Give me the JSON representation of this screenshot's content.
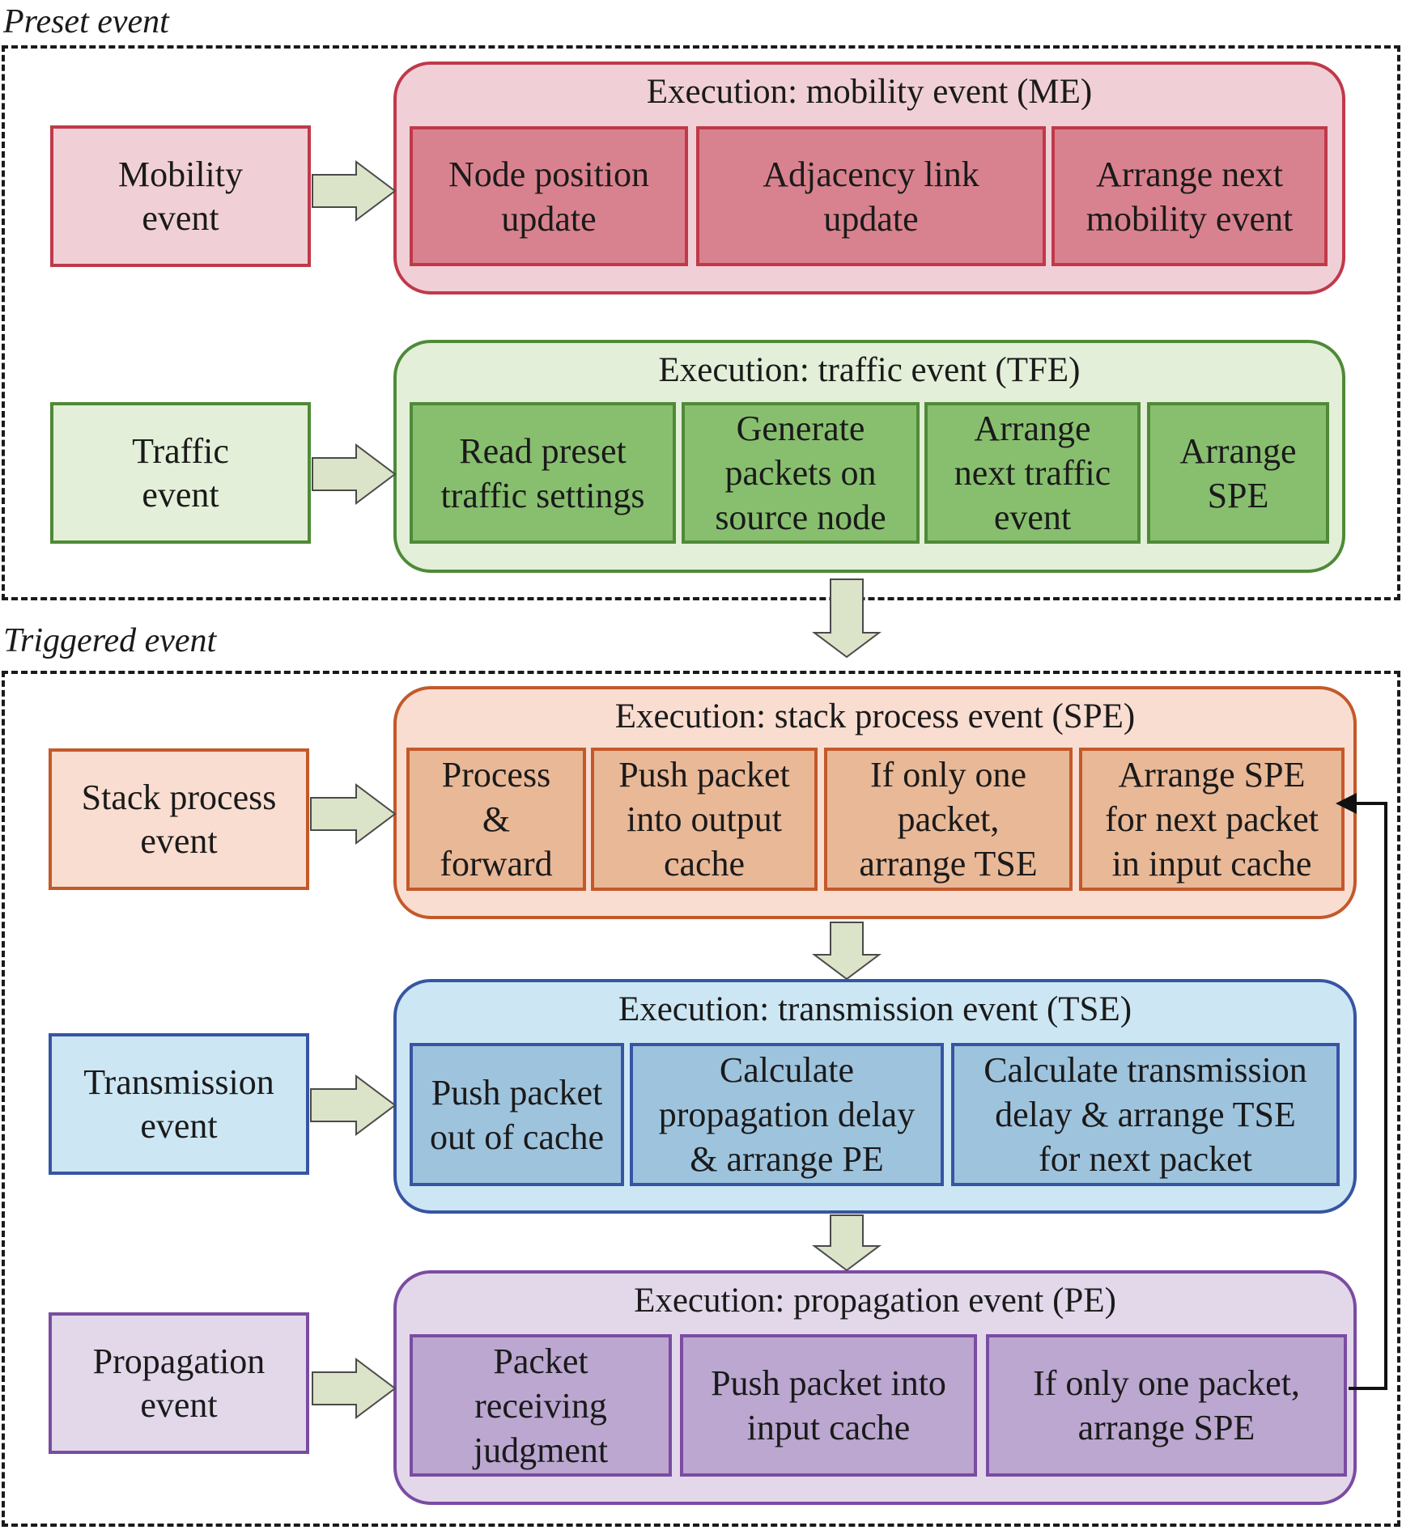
{
  "sections": {
    "preset": "Preset event",
    "triggered": "Triggered event"
  },
  "groups": [
    {
      "id": "mobility",
      "event_label": "Mobility\nevent",
      "execution_title": "Execution: mobility event (ME)",
      "steps": [
        "Node position\nupdate",
        "Adjacency link\nupdate",
        "Arrange next\nmobility event"
      ],
      "colors": {
        "light": "#f0d0d6",
        "step": "#d9828f",
        "border": "#c0394a"
      }
    },
    {
      "id": "traffic",
      "event_label": "Traffic\nevent",
      "execution_title": "Execution: traffic event (TFE)",
      "steps": [
        "Read preset\ntraffic settings",
        "Generate\npackets on\nsource node",
        "Arrange\nnext traffic\nevent",
        "Arrange\nSPE"
      ],
      "colors": {
        "light": "#e3efd8",
        "step": "#88bf6f",
        "border": "#4f8a37"
      }
    },
    {
      "id": "stack",
      "event_label": "Stack process\nevent",
      "execution_title": "Execution: stack process event (SPE)",
      "steps": [
        "Process\n&\nforward",
        "Push packet\ninto output\ncache",
        "If only one\npacket,\narrange TSE",
        "Arrange SPE\nfor next packet\nin input cache"
      ],
      "colors": {
        "light": "#f9ddd0",
        "step": "#e9b897",
        "border": "#c3592a"
      }
    },
    {
      "id": "transmission",
      "event_label": "Transmission\nevent",
      "execution_title": "Execution: transmission event (TSE)",
      "steps": [
        "Push packet\nout of cache",
        "Calculate\npropagation delay\n& arrange PE",
        "Calculate transmission\ndelay & arrange TSE\nfor next packet"
      ],
      "colors": {
        "light": "#cce6f3",
        "step": "#9ec3dd",
        "border": "#3655a3"
      }
    },
    {
      "id": "propagation",
      "event_label": "Propagation\nevent",
      "execution_title": "Execution: propagation event (PE)",
      "steps": [
        "Packet\nreceiving\njudgment",
        "Push packet into\ninput cache",
        "If only one packet,\narrange SPE"
      ],
      "colors": {
        "light": "#e2d8ea",
        "step": "#bba7d0",
        "border": "#7a4ca2"
      }
    }
  ],
  "arrow_color": "#dbe3c8",
  "arrow_stroke": "#4a4a4a"
}
